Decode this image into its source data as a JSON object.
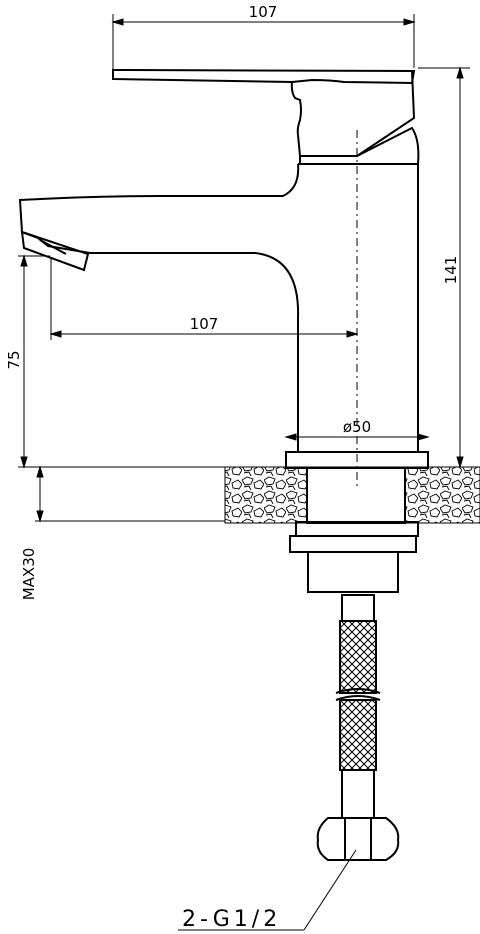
{
  "dimensions": {
    "top_width": "107",
    "spout_reach": "107",
    "height": "141",
    "spout_height": "75",
    "body_diameter": "ø50",
    "max_thickness": "MAX30"
  },
  "callout": {
    "connection": "2-G1/2"
  },
  "colors": {
    "line": "#000000",
    "background": "#ffffff"
  }
}
